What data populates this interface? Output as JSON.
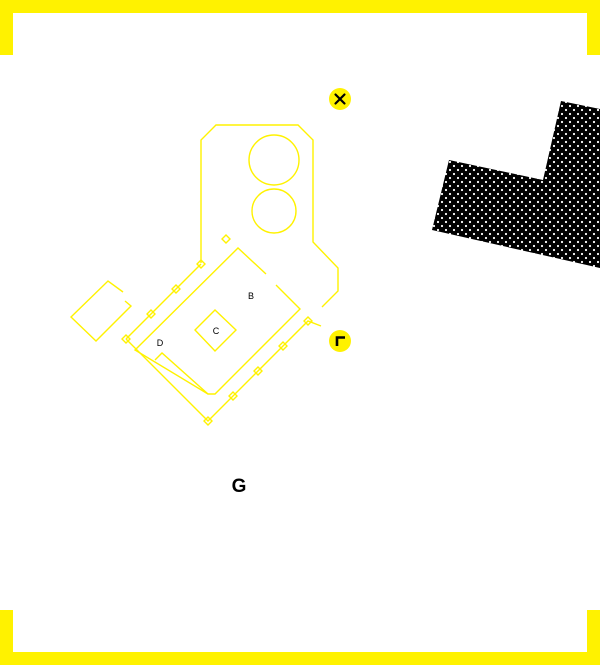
{
  "colors": {
    "accent": "#fff200",
    "ink": "#000000",
    "paper": "#ffffff"
  },
  "labels": {
    "room_b": "B",
    "room_c": "C",
    "room_d": "D",
    "site": "G"
  },
  "icons": {
    "close": "close-icon",
    "corner": "corner-icon"
  }
}
